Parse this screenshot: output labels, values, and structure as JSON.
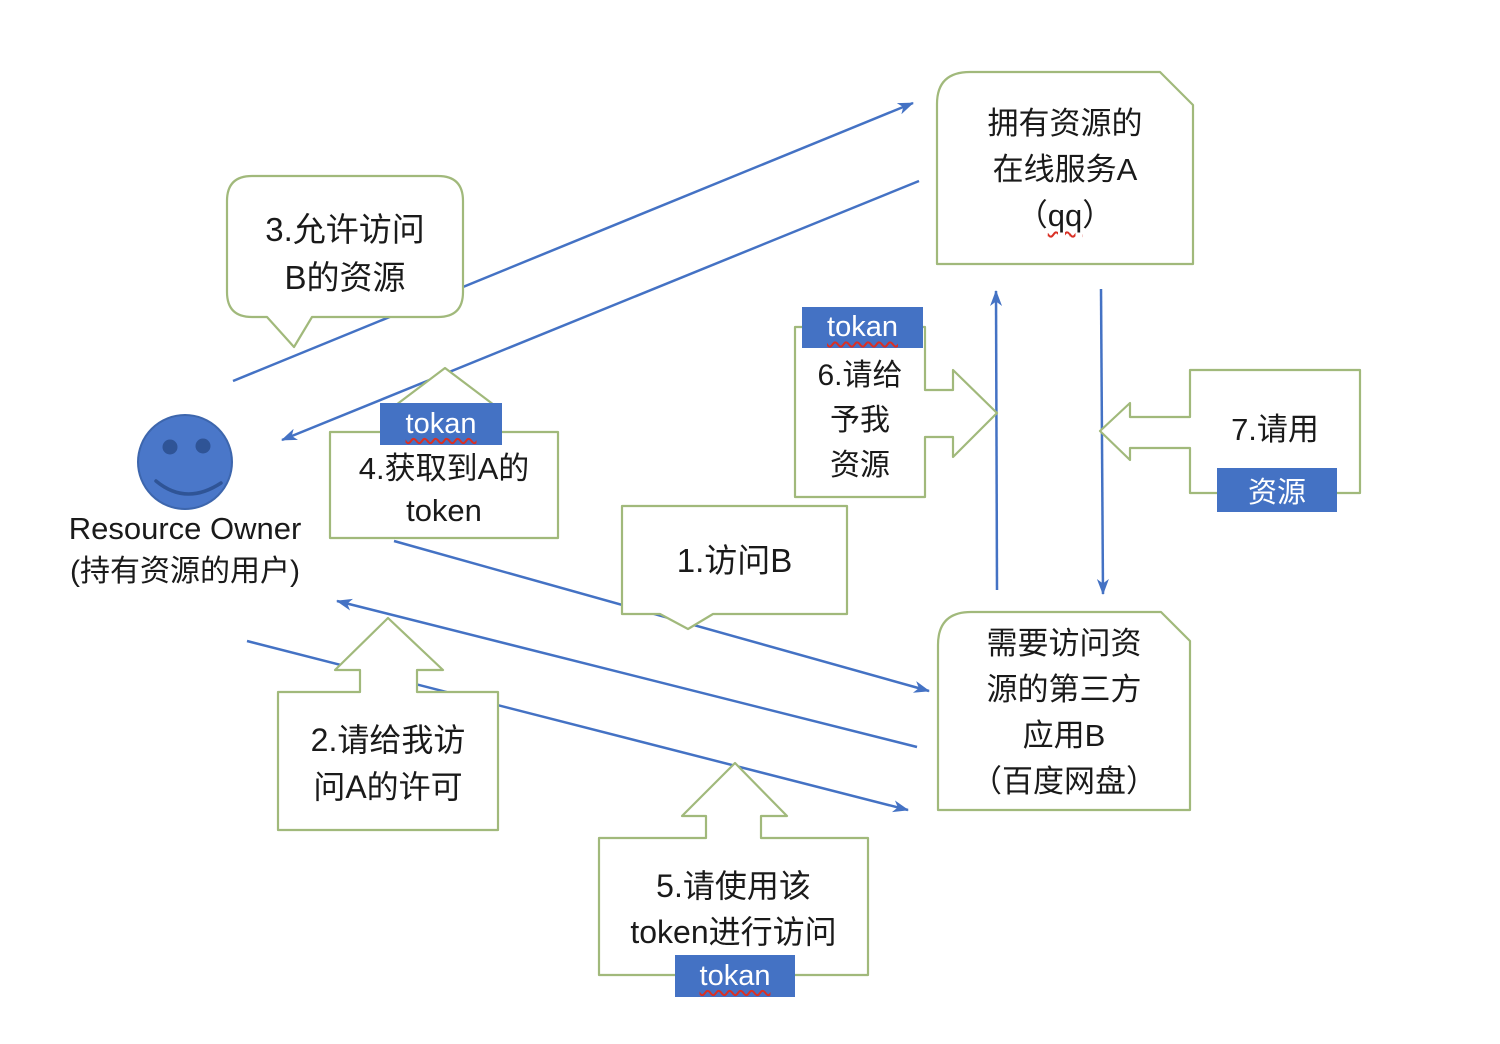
{
  "actors": {
    "resource_owner": {
      "name": "Resource Owner",
      "subtitle": "(持有资源的用户)"
    },
    "service_a": {
      "line1": "拥有资源的",
      "line2": "在线服务A",
      "paren_open": "（",
      "word": "qq",
      "paren_close": "）"
    },
    "app_b": {
      "line1": "需要访问资",
      "line2": "源的第三方",
      "line3": "应用B",
      "line4": "（百度网盘）"
    }
  },
  "steps": {
    "s1": {
      "text": "1.访问B"
    },
    "s2": {
      "line1": "2.请给我访",
      "line2": "问A的许可"
    },
    "s3": {
      "line1": "3.允许访问",
      "line2": "B的资源"
    },
    "s4": {
      "line1": "4.获取到A的",
      "line2": "token",
      "badge": "tokan"
    },
    "s5": {
      "line1": "5.请使用该",
      "line2": "token进行访问",
      "badge": "tokan"
    },
    "s6": {
      "line1": "6.请给",
      "line2": "予我",
      "line3": "资源",
      "badge": "tokan"
    },
    "s7": {
      "text": "7.请用",
      "badge": "资源"
    }
  },
  "colors": {
    "arrow_blue": "#4472C4",
    "shape_outline_green": "#a1b97b",
    "badge_fill": "#4472C4",
    "badge_text": "#FFFFFF",
    "spellcheck_red": "#D93025",
    "face_fill": "#4A77C9"
  }
}
